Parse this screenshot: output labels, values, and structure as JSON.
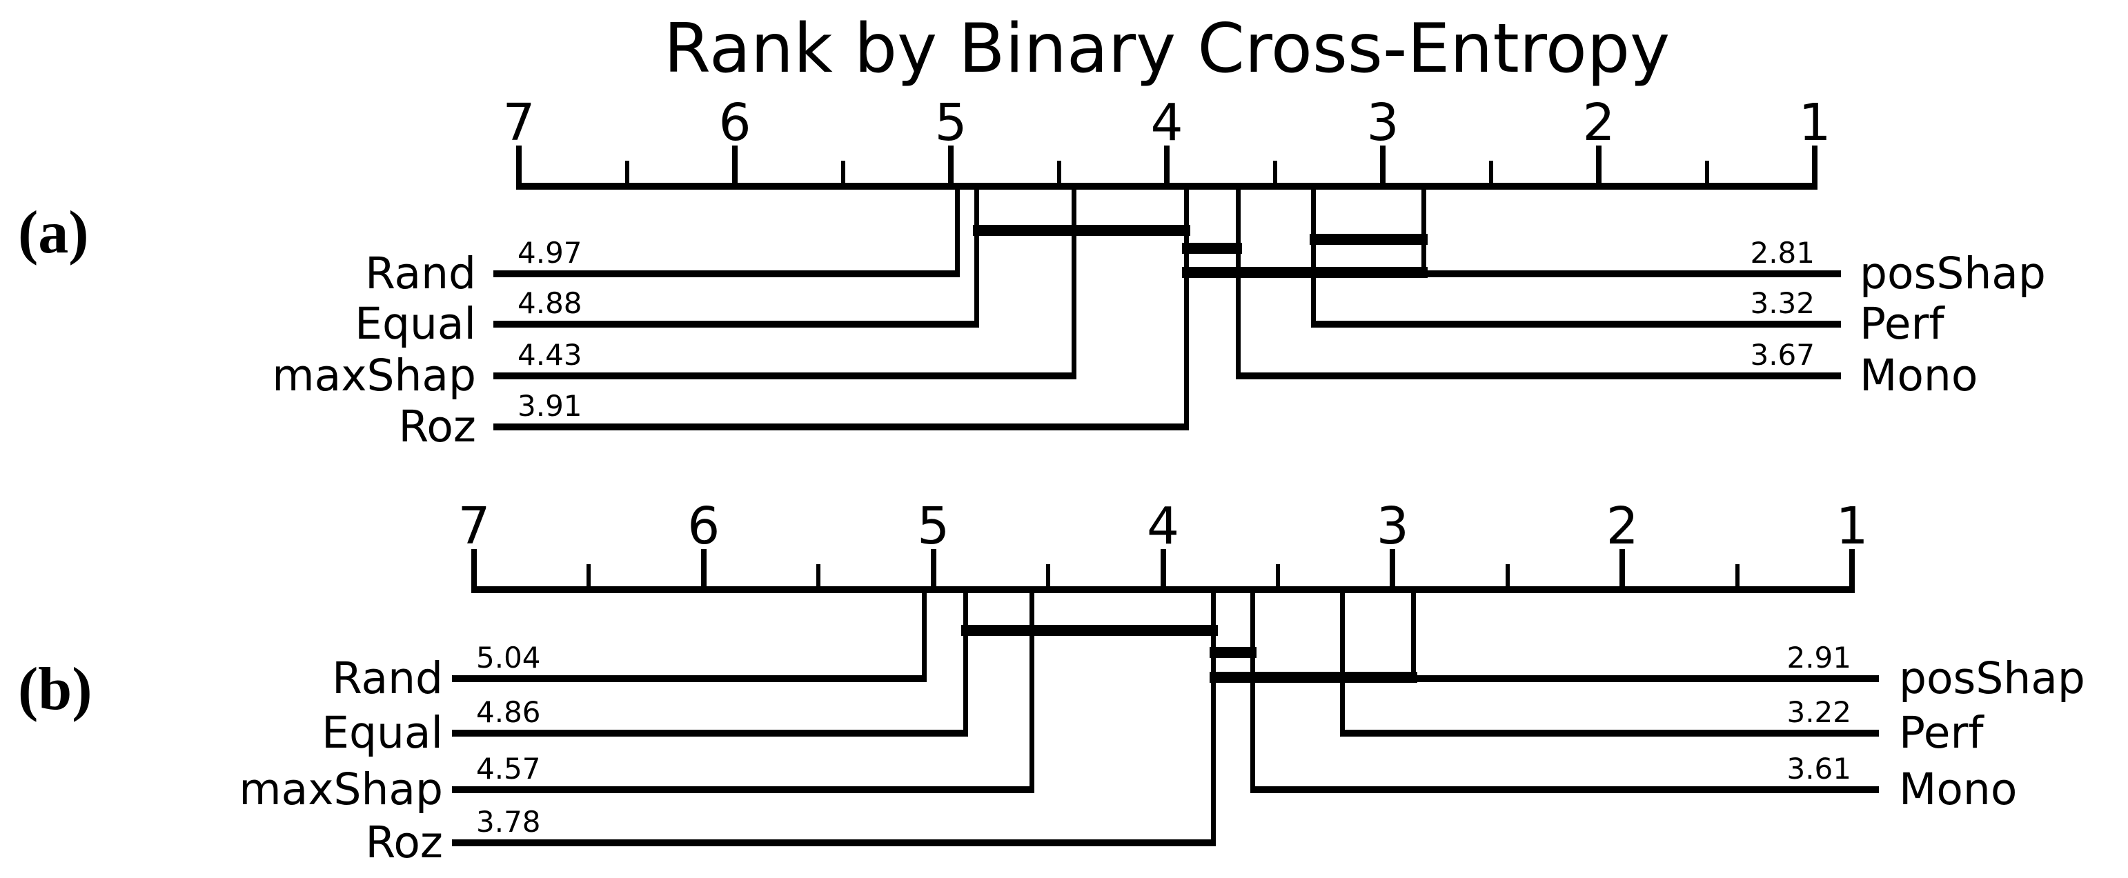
{
  "figure": {
    "title": "Rank by Binary Cross-Entropy",
    "background_color": "#ffffff",
    "ink_color": "#000000"
  },
  "chart_data": [
    {
      "type": "critical-difference-diagram",
      "panel_label": "(a)",
      "title": "Rank by Binary Cross-Entropy",
      "axis": {
        "min": 1,
        "max": 7,
        "tick_labels": [
          "7",
          "6",
          "5",
          "4",
          "3",
          "2",
          "1"
        ],
        "minor_tick_step": 0.5,
        "orientation": "best-rank-1-on-right",
        "grid": false
      },
      "methods_left": [
        {
          "name": "Rand",
          "rank": 4.97,
          "rank_label": "4.97"
        },
        {
          "name": "Equal",
          "rank": 4.88,
          "rank_label": "4.88"
        },
        {
          "name": "maxShap",
          "rank": 4.43,
          "rank_label": "4.43"
        },
        {
          "name": "Roz",
          "rank": 3.91,
          "rank_label": "3.91"
        }
      ],
      "methods_right": [
        {
          "name": "posShap",
          "rank": 2.81,
          "rank_label": "2.81"
        },
        {
          "name": "Perf",
          "rank": 3.32,
          "rank_label": "3.32"
        },
        {
          "name": "Mono",
          "rank": 3.67,
          "rank_label": "3.67"
        }
      ],
      "cliques": [
        {
          "members": [
            "Equal",
            "maxShap",
            "Roz"
          ],
          "from_rank": 4.88,
          "to_rank": 3.91
        },
        {
          "members": [
            "Perf",
            "posShap"
          ],
          "from_rank": 3.32,
          "to_rank": 2.81
        },
        {
          "members": [
            "Roz",
            "Mono"
          ],
          "from_rank": 3.91,
          "to_rank": 3.67
        },
        {
          "members": [
            "Roz",
            "Mono",
            "Perf",
            "posShap"
          ],
          "from_rank": 3.91,
          "to_rank": 2.81
        }
      ]
    },
    {
      "type": "critical-difference-diagram",
      "panel_label": "(b)",
      "title": "",
      "axis": {
        "min": 1,
        "max": 7,
        "tick_labels": [
          "7",
          "6",
          "5",
          "4",
          "3",
          "2",
          "1"
        ],
        "minor_tick_step": 0.5,
        "orientation": "best-rank-1-on-right",
        "grid": false
      },
      "methods_left": [
        {
          "name": "Rand",
          "rank": 5.04,
          "rank_label": "5.04"
        },
        {
          "name": "Equal",
          "rank": 4.86,
          "rank_label": "4.86"
        },
        {
          "name": "maxShap",
          "rank": 4.57,
          "rank_label": "4.57"
        },
        {
          "name": "Roz",
          "rank": 3.78,
          "rank_label": "3.78"
        }
      ],
      "methods_right": [
        {
          "name": "posShap",
          "rank": 2.91,
          "rank_label": "2.91"
        },
        {
          "name": "Perf",
          "rank": 3.22,
          "rank_label": "3.22"
        },
        {
          "name": "Mono",
          "rank": 3.61,
          "rank_label": "3.61"
        }
      ],
      "cliques": [
        {
          "members": [
            "Equal",
            "maxShap",
            "Roz"
          ],
          "from_rank": 4.86,
          "to_rank": 3.78
        },
        {
          "members": [
            "Roz",
            "Mono"
          ],
          "from_rank": 3.78,
          "to_rank": 3.61
        },
        {
          "members": [
            "Roz",
            "Mono",
            "Perf",
            "posShap"
          ],
          "from_rank": 3.78,
          "to_rank": 2.91
        }
      ]
    }
  ]
}
